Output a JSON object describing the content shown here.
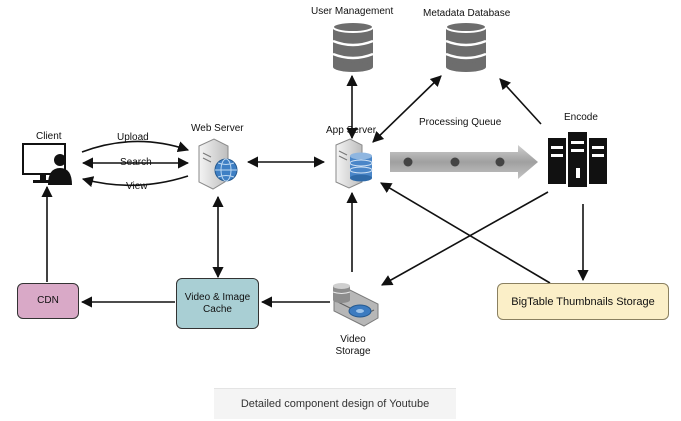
{
  "labels": {
    "client": "Client",
    "web_server": "Web Server",
    "app_server": "App Server",
    "user_management": "User Management",
    "metadata_database": "Metadata Database",
    "processing_queue": "Processing Queue",
    "encode": "Encode",
    "upload": "Upload",
    "search": "Search",
    "view": "View",
    "video_storage_line1": "Video",
    "video_storage_line2": "Storage",
    "cdn": "CDN",
    "cache_line1": "Video  & Image",
    "cache_line2": "Cache",
    "bigtable": "BigTable Thumbnails Storage"
  },
  "caption": "Detailed component design of Youtube",
  "icons": {
    "client": "desktop-user-icon",
    "web_server": "web-server-globe-icon",
    "app_server": "app-server-database-icon",
    "user_management": "database-cylinder-icon",
    "metadata_database": "database-cylinder-icon",
    "processing_queue": "queue-arrow-icon",
    "encode": "server-rack-icon",
    "video_storage": "disk-storage-icon"
  },
  "colors": {
    "cdn": "#d9a9c7",
    "cache": "#a9cfd4",
    "bigtable": "#fbefc8",
    "database": "#6d6d6d",
    "queue": "#a8a8a8"
  }
}
